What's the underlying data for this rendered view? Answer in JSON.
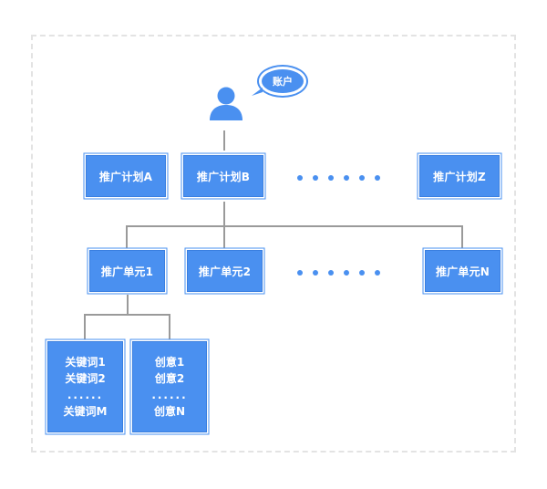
{
  "account": {
    "label": "账户"
  },
  "plans": [
    "推广计划A",
    "推广计划B",
    "推广计划Z"
  ],
  "units": [
    "推广单元1",
    "推广单元2",
    "推广单元N"
  ],
  "keywords": {
    "items": [
      "关键词1",
      "关键词2",
      "关键词M"
    ],
    "ellipsis": "......"
  },
  "creatives": {
    "items": [
      "创意1",
      "创意2",
      "创意N"
    ],
    "ellipsis": "......"
  },
  "colors": {
    "box": "#4a90f0",
    "line": "#9a9a9a",
    "frame": "#e3e3e3"
  }
}
